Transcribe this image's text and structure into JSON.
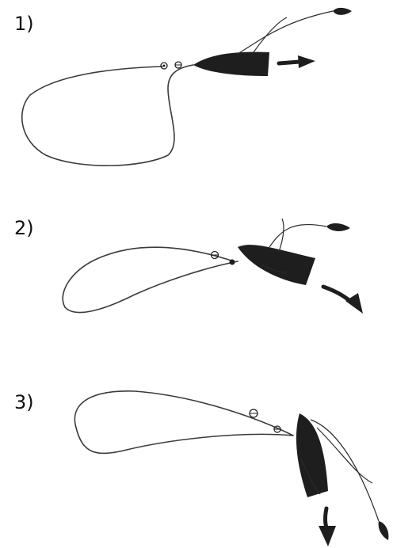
{
  "steps": [
    {
      "label": "1)"
    },
    {
      "label": "2)"
    },
    {
      "label": "3)"
    }
  ],
  "colors": {
    "ink": "#1e1e1e",
    "line": "#3a3a3a",
    "background": "#ffffff"
  }
}
